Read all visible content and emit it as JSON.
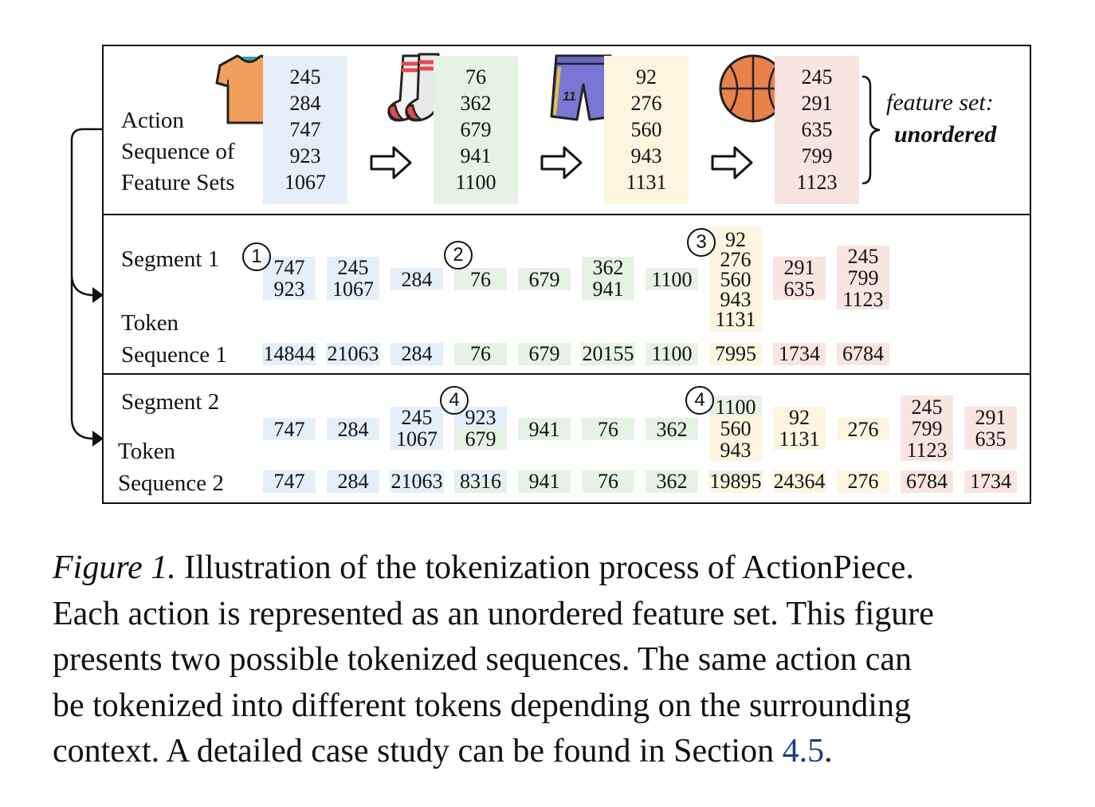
{
  "colors": {
    "blue": "#e6eef9",
    "green": "#e7f1e6",
    "yellow": "#fcf5df",
    "red": "#f8e4e1",
    "ref_link": "#1c3a8a"
  },
  "top": {
    "label_lines": [
      "Action",
      "Sequence of",
      "Feature Sets"
    ],
    "items": [
      {
        "icon": "tshirt-icon",
        "color": "blue",
        "features": [
          "245",
          "284",
          "747",
          "923",
          "1067"
        ]
      },
      {
        "icon": "socks-icon",
        "color": "green",
        "features": [
          "76",
          "362",
          "679",
          "941",
          "1100"
        ]
      },
      {
        "icon": "shorts-icon",
        "color": "yellow",
        "features": [
          "92",
          "276",
          "560",
          "943",
          "1131"
        ]
      },
      {
        "icon": "basketball-icon",
        "color": "red",
        "features": [
          "245",
          "291",
          "635",
          "799",
          "1123"
        ]
      }
    ],
    "shorts_number": "11",
    "note_line1": "feature set:",
    "note_line2": "unordered"
  },
  "segment1": {
    "label_segment": "Segment 1",
    "label_token": "Token",
    "label_sequence": "Sequence 1",
    "segments": [
      {
        "color": "blue",
        "values": [
          "747",
          "923"
        ]
      },
      {
        "color": "blue",
        "values": [
          "245",
          "1067"
        ]
      },
      {
        "color": "blue",
        "values": [
          "284"
        ]
      },
      {
        "color": "green",
        "values": [
          "76"
        ]
      },
      {
        "color": "green",
        "values": [
          "679"
        ]
      },
      {
        "color": "green",
        "values": [
          "362",
          "941"
        ]
      },
      {
        "color": "green",
        "values": [
          "1100"
        ]
      },
      {
        "color": "yellow",
        "values": [
          "92",
          "276",
          "560",
          "943",
          "1131"
        ]
      },
      {
        "color": "red",
        "values": [
          "291",
          "635"
        ]
      },
      {
        "color": "red",
        "values": [
          "245",
          "799",
          "1123"
        ]
      }
    ],
    "tokens": [
      {
        "color": "blue",
        "value": "14844"
      },
      {
        "color": "blue",
        "value": "21063"
      },
      {
        "color": "blue",
        "value": "284"
      },
      {
        "color": "green",
        "value": "76"
      },
      {
        "color": "green",
        "value": "679"
      },
      {
        "color": "green",
        "value": "20155"
      },
      {
        "color": "green",
        "value": "1100"
      },
      {
        "color": "yellow",
        "value": "7995"
      },
      {
        "color": "red",
        "value": "1734"
      },
      {
        "color": "red",
        "value": "6784"
      }
    ],
    "markers": [
      "1",
      "2",
      "3"
    ]
  },
  "segment2": {
    "label_segment": "Segment 2",
    "label_token": "Token",
    "label_sequence": "Sequence 2",
    "segments": [
      {
        "color": "blue",
        "values": [
          "747"
        ]
      },
      {
        "color": "blue",
        "values": [
          "284"
        ]
      },
      {
        "color": "blue",
        "values": [
          "245",
          "1067"
        ]
      },
      {
        "color": "split",
        "values": [
          "923",
          "679"
        ]
      },
      {
        "color": "green",
        "values": [
          "941"
        ]
      },
      {
        "color": "green",
        "values": [
          "76"
        ]
      },
      {
        "color": "green",
        "values": [
          "362"
        ]
      },
      {
        "color": "split2",
        "values": [
          "1100",
          "560",
          "943"
        ]
      },
      {
        "color": "yellow",
        "values": [
          "92",
          "1131"
        ]
      },
      {
        "color": "yellow",
        "values": [
          "276"
        ]
      },
      {
        "color": "red",
        "values": [
          "245",
          "799",
          "1123"
        ]
      },
      {
        "color": "red",
        "values": [
          "291",
          "635"
        ]
      }
    ],
    "tokens": [
      {
        "color": "blue",
        "value": "747"
      },
      {
        "color": "blue",
        "value": "284"
      },
      {
        "color": "blue",
        "value": "21063"
      },
      {
        "color": "split",
        "value": "8316"
      },
      {
        "color": "green",
        "value": "941"
      },
      {
        "color": "green",
        "value": "76"
      },
      {
        "color": "green",
        "value": "362"
      },
      {
        "color": "split2",
        "value": "19895"
      },
      {
        "color": "yellow",
        "value": "24364"
      },
      {
        "color": "yellow",
        "value": "276"
      },
      {
        "color": "red",
        "value": "6784"
      },
      {
        "color": "red",
        "value": "1734"
      }
    ],
    "markers": [
      "4",
      "4"
    ]
  },
  "caption": {
    "fig_label": "Figure 1.",
    "line1_rest": " Illustration of the tokenization process of ActionPiece.",
    "line2": "Each action is represented as an unordered feature set. This figure",
    "line3": "presents two possible tokenized sequences. The same action can",
    "line4": "be tokenized into different tokens depending on the surrounding",
    "line5_pre": "context. A detailed case study can be found in Section ",
    "line5_ref": "4.5",
    "line5_post": "."
  }
}
